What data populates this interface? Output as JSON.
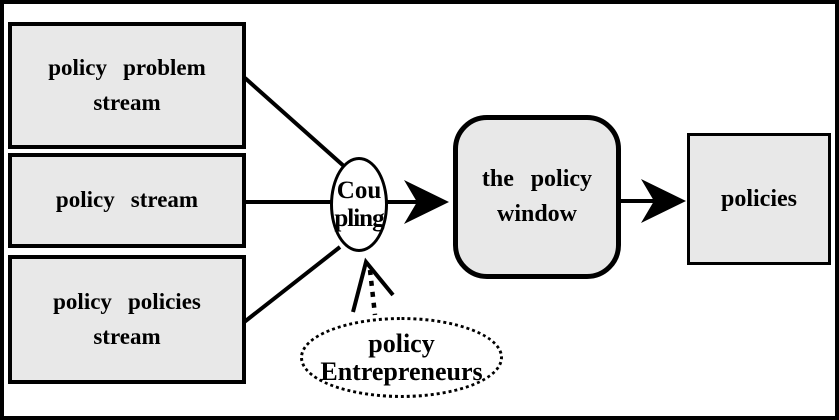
{
  "diagram": {
    "background": "#ffffff",
    "frame_color": "#000000",
    "box_fill": "#e8e8e8",
    "streams": [
      {
        "line1": "policy problem",
        "line2": "stream"
      },
      {
        "line1": "policy stream"
      },
      {
        "line1": "policy policies",
        "line2": "stream"
      }
    ],
    "coupling": {
      "label": "Coupling",
      "line1": "Cou",
      "line2": "pling"
    },
    "policy_window": {
      "line1": "the policy",
      "line2": "window"
    },
    "policies": {
      "label": "policies"
    },
    "entrepreneurs": {
      "line1": "policy",
      "line2": "Entrepreneurs"
    }
  }
}
